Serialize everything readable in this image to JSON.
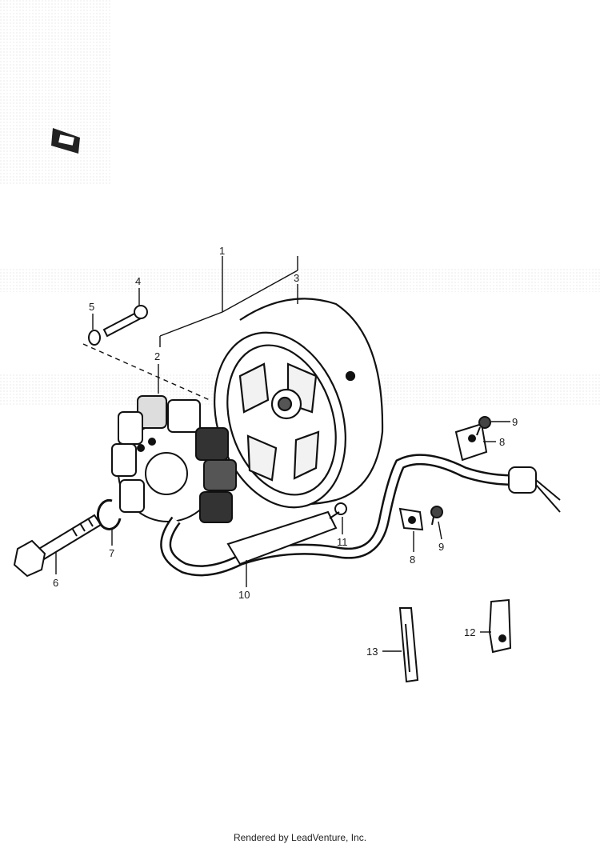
{
  "diagram": {
    "callouts": {
      "c1": "1",
      "c2": "2",
      "c3": "3",
      "c4": "4",
      "c5": "5",
      "c6": "6",
      "c7": "7",
      "c8a": "8",
      "c8b": "8",
      "c9a": "9",
      "c9b": "9",
      "c10": "10",
      "c11": "11",
      "c12": "12",
      "c13": "13"
    }
  },
  "footer": {
    "text": "Rendered by LeadVenture, Inc."
  }
}
